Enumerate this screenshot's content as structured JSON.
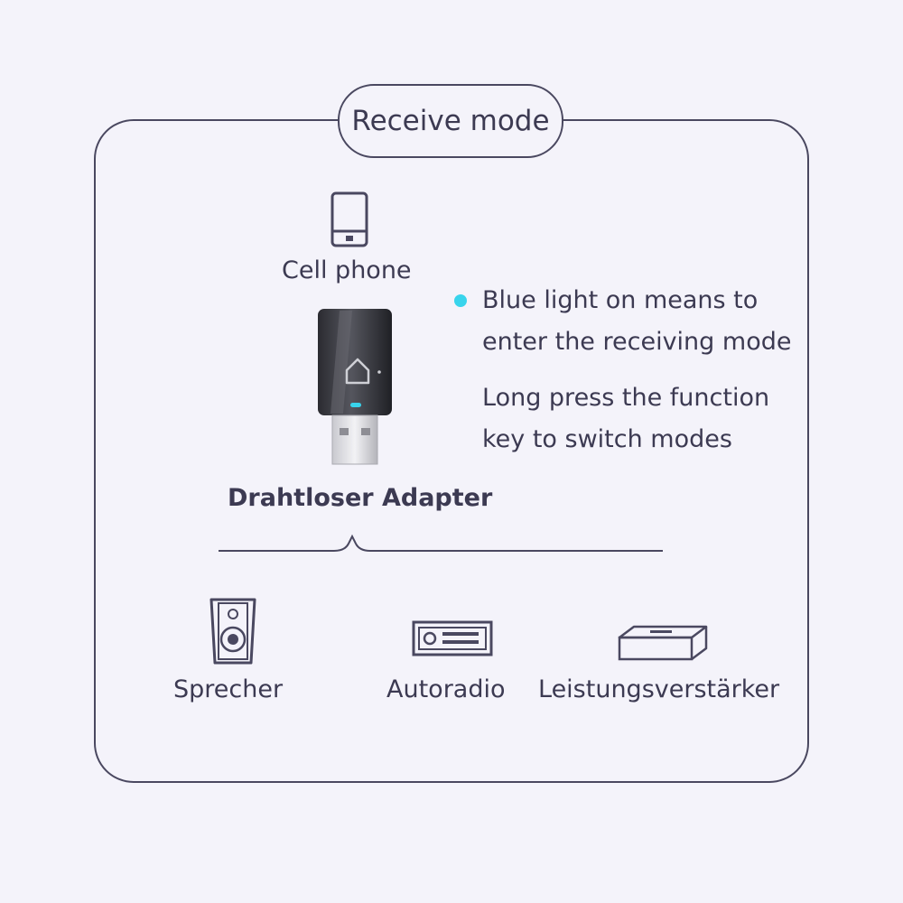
{
  "mode_title": "Receive mode",
  "source": {
    "label": "Cell phone",
    "icon": "cell-phone-icon"
  },
  "adapter": {
    "label": "Drahtloser Adapter",
    "icon": "usb-adapter-icon"
  },
  "indicator": {
    "color": "#38d4ec",
    "line1": "Blue light on means to",
    "line2": "enter the receiving mode"
  },
  "instruction": {
    "line1": "Long press the function",
    "line2": "key to switch modes"
  },
  "outputs": [
    {
      "label": "Sprecher",
      "icon": "speaker-icon"
    },
    {
      "label": "Autoradio",
      "icon": "car-radio-icon"
    },
    {
      "label": "Leistungsverstärker",
      "icon": "power-amplifier-icon"
    }
  ],
  "colors": {
    "outline": "#4a4860",
    "background": "#f4f3fa",
    "text": "#3c3a52"
  }
}
